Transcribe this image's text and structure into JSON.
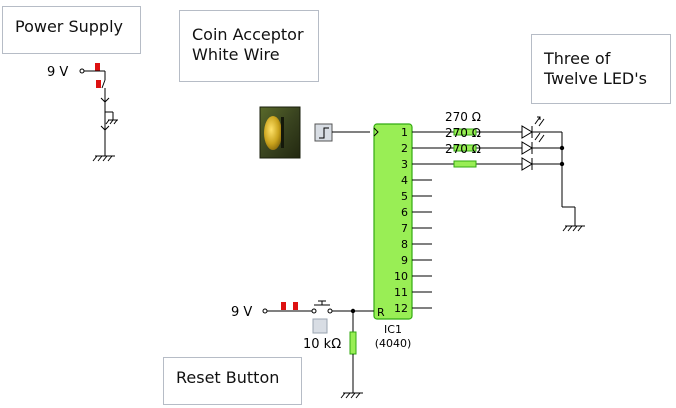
{
  "labels": {
    "power_supply": "Power Supply",
    "coin_acceptor_line1": "Coin Acceptor",
    "coin_acceptor_line2": "White Wire",
    "leds_line1": "Three of",
    "leds_line2": "Twelve LED's",
    "reset_button": "Reset Button"
  },
  "voltages": {
    "top": "9 V",
    "bottom": "9 V"
  },
  "resistors": {
    "led_r1": "270 Ω",
    "led_r2": "270 Ω",
    "led_r3": "270 Ω",
    "pulldown": "10 kΩ"
  },
  "ic": {
    "name": "IC1",
    "part": "(4040)",
    "reset_pin_label": "R",
    "pins": [
      "1",
      "2",
      "3",
      "4",
      "5",
      "6",
      "7",
      "8",
      "9",
      "10",
      "11",
      "12"
    ]
  },
  "colors": {
    "green": "#99ee55",
    "red": "#dd1111",
    "ic_border": "#33aa11"
  }
}
